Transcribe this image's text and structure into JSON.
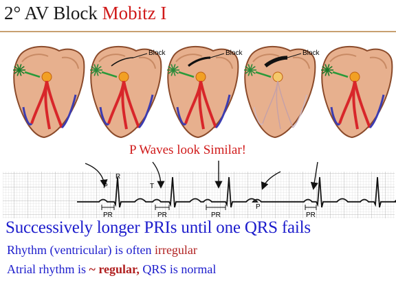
{
  "title": {
    "main": "2° AV Block ",
    "accent": "Mobitz I"
  },
  "hearts": {
    "block_label": "Block",
    "panels": [
      {
        "block": false,
        "conduct": true
      },
      {
        "block": true,
        "conduct": true
      },
      {
        "block": true,
        "conduct": true
      },
      {
        "block": true,
        "conduct": false
      },
      {
        "block": false,
        "conduct": true
      }
    ]
  },
  "ecg": {
    "note": "P Waves look Similar!",
    "labels": {
      "p": "P",
      "r": "R",
      "t": "T",
      "pr": "PR"
    }
  },
  "text": {
    "line1": "Successively longer PRIs until one QRS fails",
    "line2_a": "Rhythm (ventricular) is often ",
    "line2_b": "irregular",
    "line3_a": "Atrial rhythm is ",
    "line3_b": "~ regular,",
    "line3_c": " QRS is normal"
  },
  "colors": {
    "title_accent": "#d01a1a",
    "body_text": "#1c1ccc",
    "heart_muscle": "#e7b08e",
    "conduction": "#d8262a",
    "node": "#f2a024"
  }
}
